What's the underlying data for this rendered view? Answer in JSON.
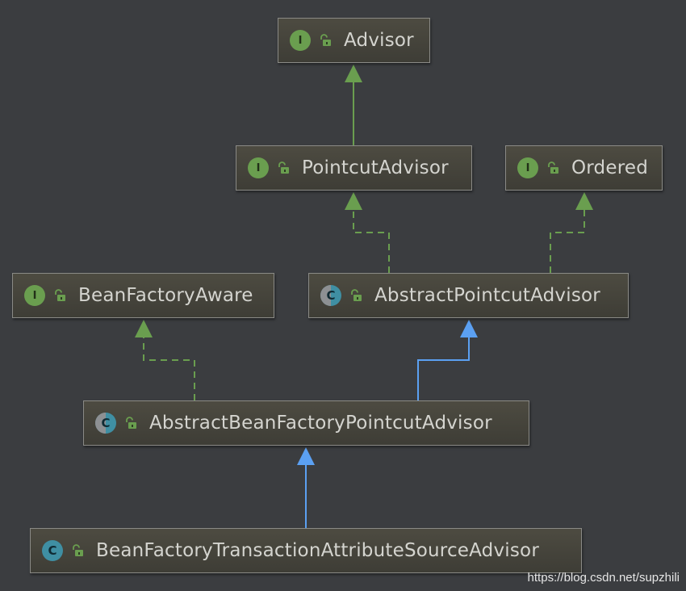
{
  "nodes": [
    {
      "id": "advisor",
      "kind": "interface",
      "badge": "I",
      "label": "Advisor"
    },
    {
      "id": "pointcut-advisor",
      "kind": "interface",
      "badge": "I",
      "label": "PointcutAdvisor"
    },
    {
      "id": "ordered",
      "kind": "interface",
      "badge": "I",
      "label": "Ordered"
    },
    {
      "id": "bean-factory-aware",
      "kind": "interface",
      "badge": "I",
      "label": "BeanFactoryAware"
    },
    {
      "id": "abstract-pointcut-advisor",
      "kind": "abstract",
      "badge": "C",
      "label": "AbstractPointcutAdvisor"
    },
    {
      "id": "abstract-bean-factory-pointcut-advisor",
      "kind": "abstract",
      "badge": "C",
      "label": "AbstractBeanFactoryPointcutAdvisor"
    },
    {
      "id": "bean-factory-transaction-attribute-source-advisor",
      "kind": "class",
      "badge": "C",
      "label": "BeanFactoryTransactionAttributeSourceAdvisor"
    }
  ],
  "edges": [
    {
      "from": "pointcut-advisor",
      "to": "advisor",
      "type": "interface-extends"
    },
    {
      "from": "abstract-pointcut-advisor",
      "to": "pointcut-advisor",
      "type": "implements"
    },
    {
      "from": "abstract-pointcut-advisor",
      "to": "ordered",
      "type": "implements"
    },
    {
      "from": "abstract-bean-factory-pointcut-advisor",
      "to": "bean-factory-aware",
      "type": "implements"
    },
    {
      "from": "abstract-bean-factory-pointcut-advisor",
      "to": "abstract-pointcut-advisor",
      "type": "extends"
    },
    {
      "from": "bean-factory-transaction-attribute-source-advisor",
      "to": "abstract-bean-factory-pointcut-advisor",
      "type": "extends"
    }
  ],
  "colors": {
    "background": "#3b3d40",
    "interface_edge": "#6a9e4f",
    "class_edge": "#5ba0f2"
  },
  "watermark": "https://blog.csdn.net/supzhili"
}
